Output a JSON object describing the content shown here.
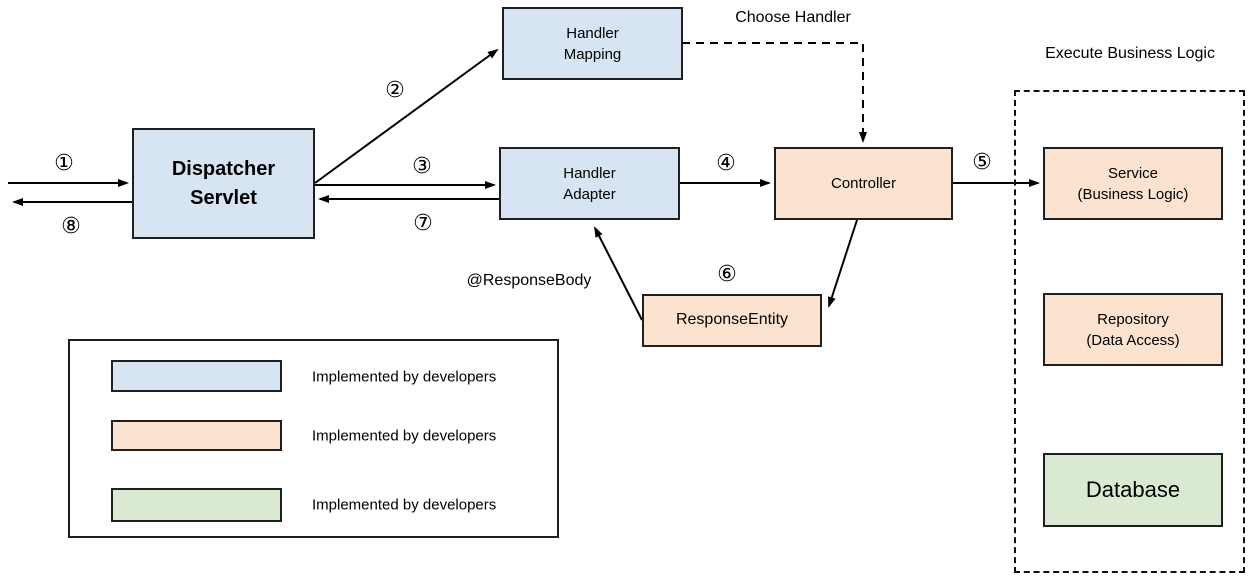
{
  "colors": {
    "blue": "#d7e4f1",
    "orange": "#fbe3d0",
    "green": "#daead2",
    "border": "#1f1f1f"
  },
  "nodes": {
    "dispatcher_servlet": {
      "line1": "Dispatcher",
      "line2": "Servlet"
    },
    "handler_mapping": {
      "line1": "Handler",
      "line2": "Mapping"
    },
    "handler_adapter": {
      "line1": "Handler",
      "line2": "Adapter"
    },
    "controller": {
      "label": "Controller"
    },
    "response_entity": {
      "label": "ResponseEntity"
    },
    "service": {
      "line1": "Service",
      "line2": "(Business Logic)"
    },
    "repository": {
      "line1": "Repository",
      "line2": "(Data Access)"
    },
    "database": {
      "label": "Database"
    }
  },
  "annotations": {
    "business_logic_group_title": "Execute Business Logic",
    "choose_handler": "Choose Handler",
    "response_body": "@ResponseBody"
  },
  "steps": {
    "1": "①",
    "2": "②",
    "3": "③",
    "4": "④",
    "5": "⑤",
    "6": "⑥",
    "7": "⑦",
    "8": "⑧"
  },
  "legend": {
    "items": [
      {
        "label": "Implemented by developers",
        "color": "#d7e4f1"
      },
      {
        "label": "Implemented by developers",
        "color": "#fbe3d0"
      },
      {
        "label": "Implemented by developers",
        "color": "#daead2"
      }
    ]
  }
}
